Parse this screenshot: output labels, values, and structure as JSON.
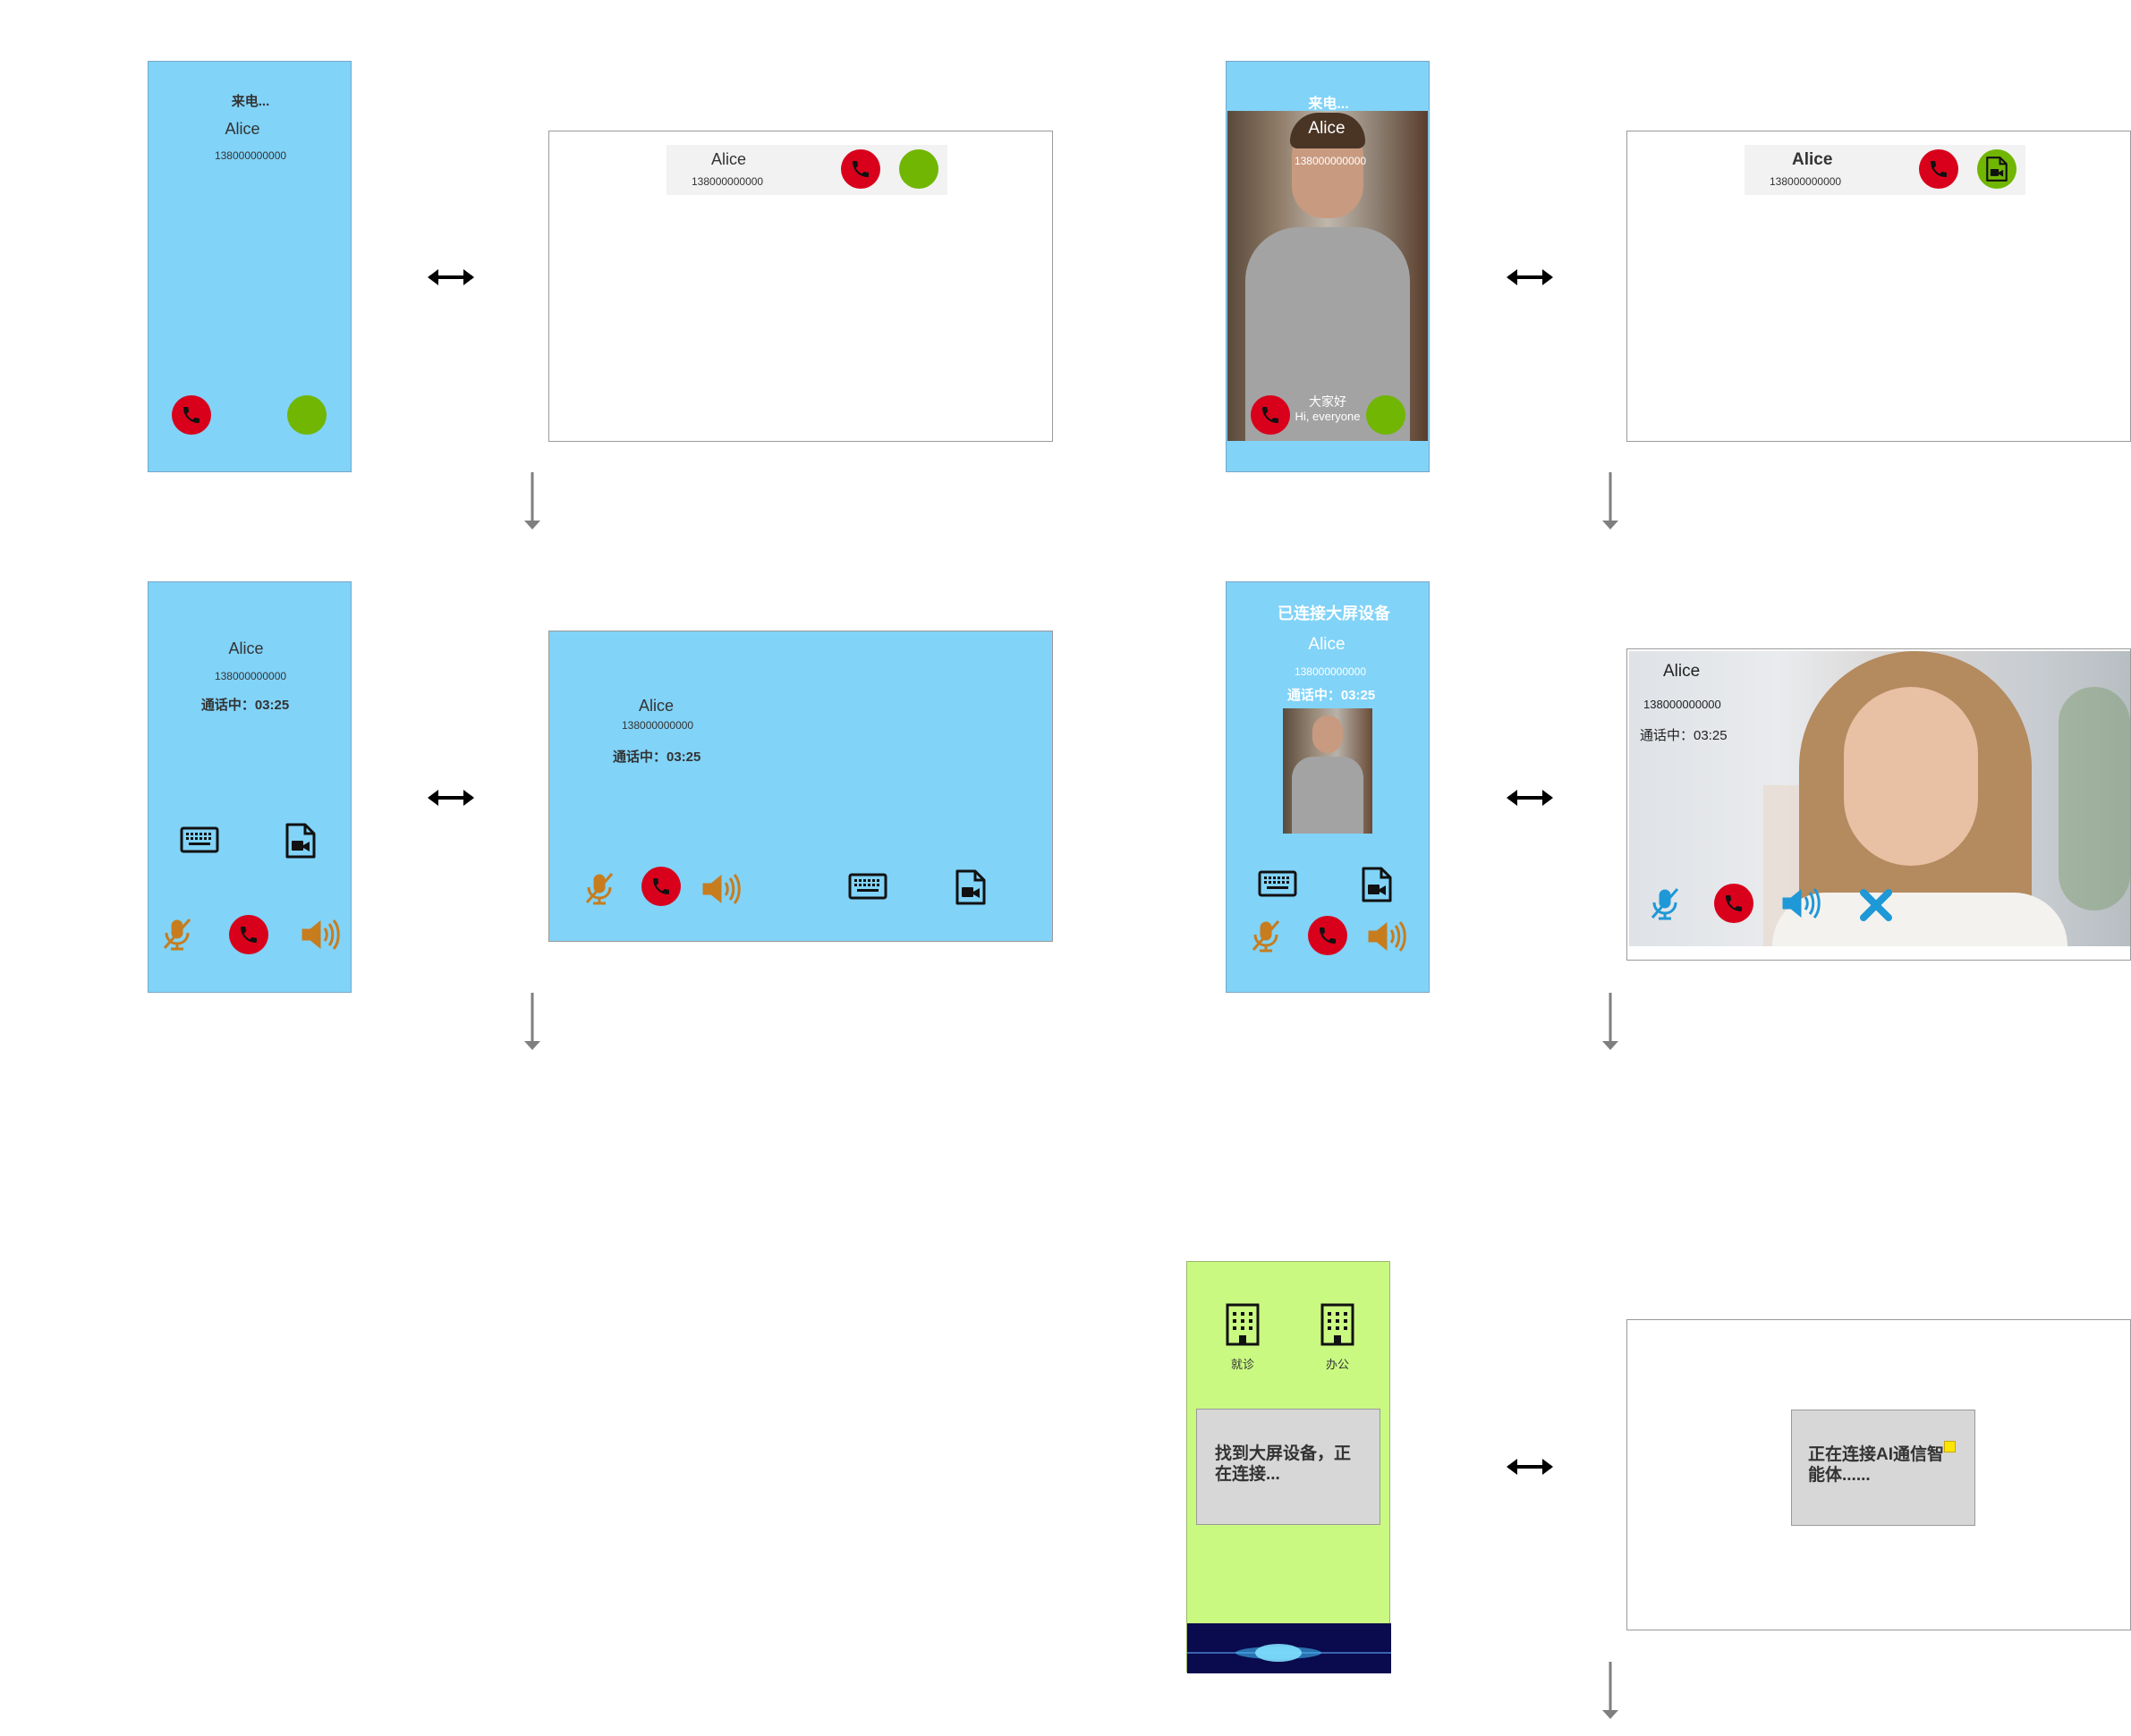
{
  "p1": {
    "title": "来电...",
    "name": "Alice",
    "number": "138000000000"
  },
  "tv1": {
    "name": "Alice",
    "number": "138000000000"
  },
  "p2": {
    "title": "来电...",
    "name": "Alice",
    "number": "138000000000",
    "subtitle_cn": "大家好",
    "subtitle_en": "Hi, everyone"
  },
  "tv2": {
    "name": "Alice",
    "number": "138000000000"
  },
  "p3": {
    "name": "Alice",
    "number": "138000000000",
    "status": "通话中：03:25"
  },
  "tv3": {
    "name": "Alice",
    "number": "138000000000",
    "status": "通话中：03:25"
  },
  "p4": {
    "title": "已连接大屏设备",
    "name": "Alice",
    "number": "138000000000",
    "status": "通话中：03:25"
  },
  "tv4": {
    "name": "Alice",
    "number": "138000000000",
    "status": "通话中：03:25"
  },
  "p5": {
    "app1": "就诊",
    "app2": "办公",
    "dialog": "找到大屏设备，正在连接..."
  },
  "tv5": {
    "dialog": "正在连接AI通信智能体......"
  },
  "colors": {
    "phone_bg": "#81d3f8",
    "red": "#d9001b",
    "green": "#70b603",
    "orange": "#c77c1e",
    "blue_icon": "#1e98d7",
    "lime": "#caf982",
    "navy": "#0a0a4e"
  },
  "icons": [
    "phone-hangup-icon",
    "accept-icon",
    "keyboard-icon",
    "video-file-icon",
    "mute-mic-icon",
    "speaker-icon",
    "close-icon",
    "hospital-building-icon",
    "office-building-icon",
    "voice-wave-icon",
    "bidirectional-arrow-icon",
    "down-arrow-icon"
  ]
}
